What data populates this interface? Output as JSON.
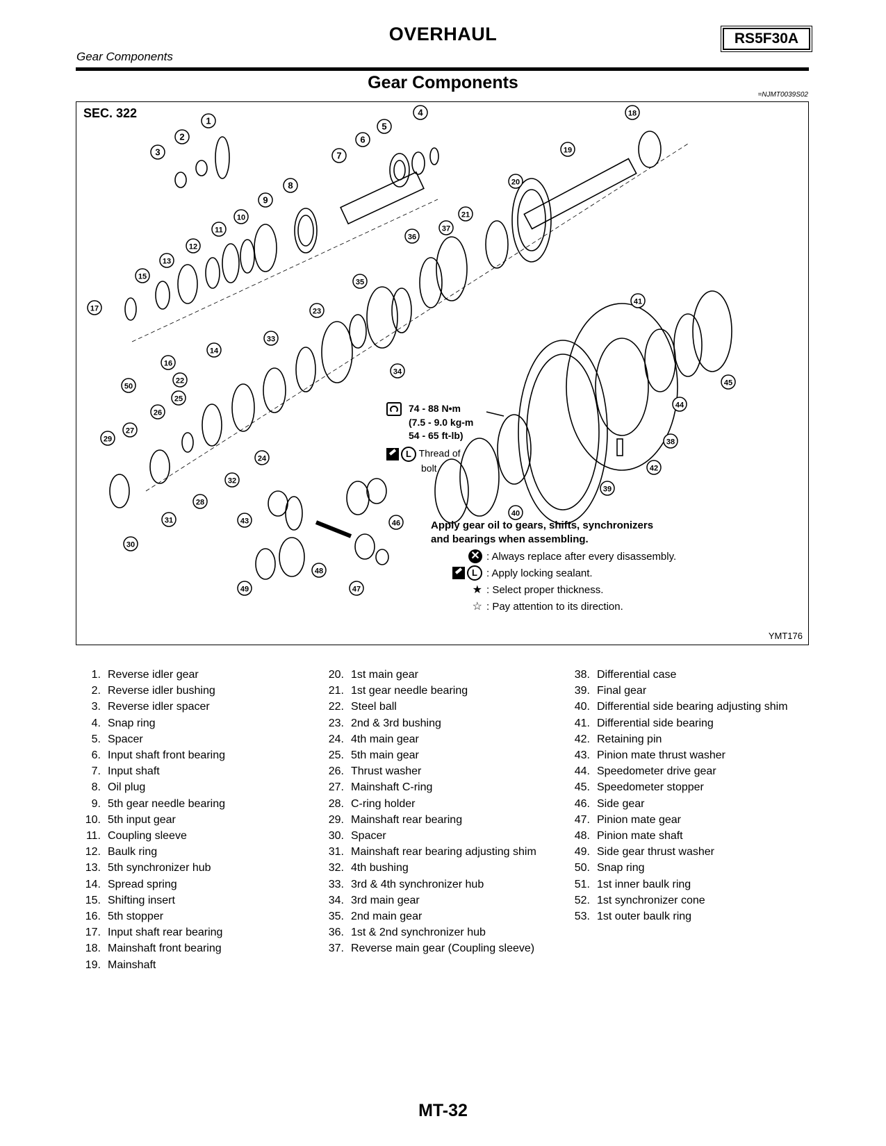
{
  "header": {
    "title": "OVERHAUL",
    "model": "RS5F30A",
    "subtitle": "Gear Components"
  },
  "section": {
    "title": "Gear Components",
    "ref_code": "=NJMT0039S02"
  },
  "figure": {
    "sec_label": "SEC. 322",
    "fig_code": "YMT176",
    "torque_lines": [
      "74 - 88 N•m",
      "(7.5 - 9.0 kg-m",
      "54 - 65 ft-lb)"
    ],
    "thread_line1": "Thread of",
    "thread_line2": "bolt",
    "l_letter": "L",
    "legend_head_1": "Apply gear oil to gears, shifts, synchronizers",
    "legend_head_2": "and bearings when assembling.",
    "legend": [
      {
        "symbol": "replace-icon",
        "text": ": Always replace after every disassembly."
      },
      {
        "symbol": "sealant-icon",
        "text": ": Apply locking sealant."
      },
      {
        "symbol": "star-filled-icon",
        "text": ": Select proper thickness."
      },
      {
        "symbol": "star-outline-icon",
        "text": ": Pay attention to its direction."
      }
    ],
    "callouts": [
      "1",
      "2",
      "3",
      "4",
      "5",
      "6",
      "7",
      "8",
      "9",
      "10",
      "11",
      "12",
      "13",
      "14",
      "15",
      "16",
      "17",
      "18",
      "19",
      "20",
      "21",
      "22",
      "23",
      "24",
      "25",
      "26",
      "27",
      "28",
      "29",
      "30",
      "31",
      "32",
      "33",
      "34",
      "35",
      "36",
      "37",
      "38",
      "39",
      "40",
      "41",
      "42",
      "43",
      "44",
      "45",
      "46",
      "47",
      "48",
      "49",
      "50"
    ]
  },
  "parts": [
    {
      "num": "1.",
      "name": "Reverse idler gear"
    },
    {
      "num": "2.",
      "name": "Reverse idler bushing"
    },
    {
      "num": "3.",
      "name": "Reverse idler spacer"
    },
    {
      "num": "4.",
      "name": "Snap ring"
    },
    {
      "num": "5.",
      "name": "Spacer"
    },
    {
      "num": "6.",
      "name": "Input shaft front bearing"
    },
    {
      "num": "7.",
      "name": "Input shaft"
    },
    {
      "num": "8.",
      "name": "Oil plug"
    },
    {
      "num": "9.",
      "name": "5th gear needle bearing"
    },
    {
      "num": "10.",
      "name": "5th input gear"
    },
    {
      "num": "11.",
      "name": "Coupling sleeve"
    },
    {
      "num": "12.",
      "name": "Baulk ring"
    },
    {
      "num": "13.",
      "name": "5th synchronizer hub"
    },
    {
      "num": "14.",
      "name": "Spread spring"
    },
    {
      "num": "15.",
      "name": "Shifting insert"
    },
    {
      "num": "16.",
      "name": "5th stopper"
    },
    {
      "num": "17.",
      "name": "Input shaft rear bearing"
    },
    {
      "num": "18.",
      "name": "Mainshaft front bearing"
    },
    {
      "num": "19.",
      "name": "Mainshaft"
    },
    {
      "num": "20.",
      "name": "1st main gear"
    },
    {
      "num": "21.",
      "name": "1st gear needle bearing"
    },
    {
      "num": "22.",
      "name": "Steel ball"
    },
    {
      "num": "23.",
      "name": "2nd & 3rd bushing"
    },
    {
      "num": "24.",
      "name": "4th main gear"
    },
    {
      "num": "25.",
      "name": "5th main gear"
    },
    {
      "num": "26.",
      "name": "Thrust washer"
    },
    {
      "num": "27.",
      "name": "Mainshaft C-ring"
    },
    {
      "num": "28.",
      "name": "C-ring holder"
    },
    {
      "num": "29.",
      "name": "Mainshaft rear bearing"
    },
    {
      "num": "30.",
      "name": "Spacer"
    },
    {
      "num": "31.",
      "name": "Mainshaft rear bearing adjusting shim"
    },
    {
      "num": "32.",
      "name": "4th bushing"
    },
    {
      "num": "33.",
      "name": "3rd & 4th synchronizer hub"
    },
    {
      "num": "34.",
      "name": "3rd main gear"
    },
    {
      "num": "35.",
      "name": "2nd main gear"
    },
    {
      "num": "36.",
      "name": "1st & 2nd synchronizer hub"
    },
    {
      "num": "37.",
      "name": "Reverse main gear (Coupling sleeve)"
    },
    {
      "num": "38.",
      "name": "Differential case"
    },
    {
      "num": "39.",
      "name": "Final gear"
    },
    {
      "num": "40.",
      "name": "Differential side bearing adjusting shim"
    },
    {
      "num": "41.",
      "name": "Differential side bearing"
    },
    {
      "num": "42.",
      "name": "Retaining pin"
    },
    {
      "num": "43.",
      "name": "Pinion mate thrust washer"
    },
    {
      "num": "44.",
      "name": "Speedometer drive gear"
    },
    {
      "num": "45.",
      "name": "Speedometer stopper"
    },
    {
      "num": "46.",
      "name": "Side gear"
    },
    {
      "num": "47.",
      "name": "Pinion mate gear"
    },
    {
      "num": "48.",
      "name": "Pinion mate shaft"
    },
    {
      "num": "49.",
      "name": "Side gear thrust washer"
    },
    {
      "num": "50.",
      "name": "Snap ring"
    },
    {
      "num": "51.",
      "name": "1st inner baulk ring"
    },
    {
      "num": "52.",
      "name": "1st synchronizer cone"
    },
    {
      "num": "53.",
      "name": "1st outer baulk ring"
    }
  ],
  "footer": {
    "page": "MT-32"
  }
}
